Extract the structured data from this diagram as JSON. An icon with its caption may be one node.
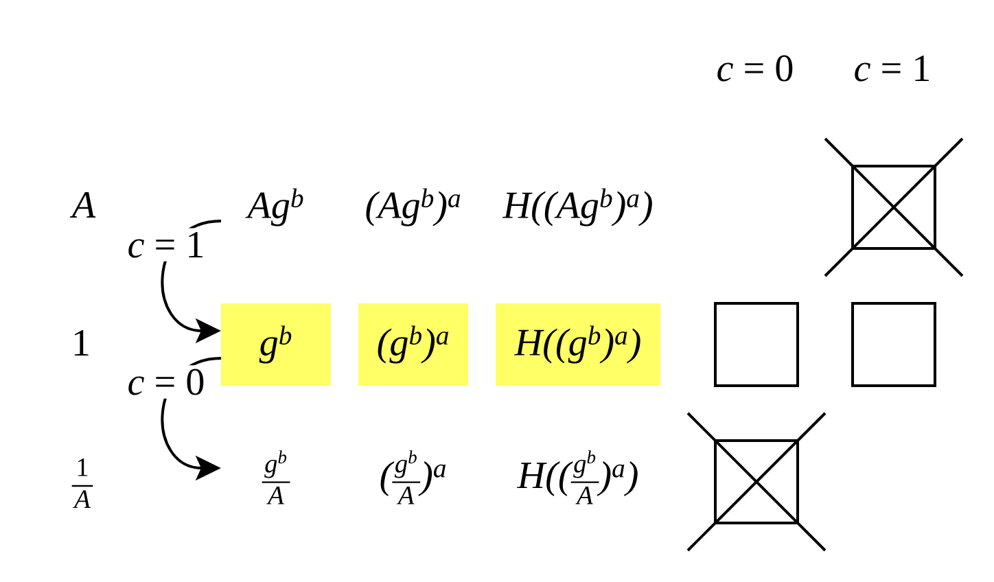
{
  "diagram": {
    "nodes": [
      {
        "text": [
          "Ag$^{b}$"
        ]
      },
      {
        "text": [
          "(Ag$^{b}$)$^{a}$"
        ]
      },
      {
        "text": [
          "H((Ag$^{b}$)$^{a}$)"
        ]
      },
      {
        "text": [],
        "shape": "crossed-box"
      },
      {
        "text": [
          "g$^{b}$"
        ]
      },
      {
        "text": [
          "(g$^{b}$)$^{a}$"
        ]
      },
      {
        "text": [
          "H((g$^{b}$)$^{a}$)"
        ]
      },
      {
        "text": [],
        "shape": "box"
      },
      {
        "text": [],
        "shape": "box"
      },
      {
        "text": [
          "g$^{b}$",
          "A"
        ]
      },
      {
        "text": [
          "(",
          "g$^{b}$",
          "A",
          ")$^{a}$"
        ]
      },
      {
        "text": [
          "H((",
          "g$^{b}$",
          "A",
          ")$^{a}$)"
        ]
      },
      {
        "text": [],
        "shape": "crossed-box"
      }
    ],
    "edges": [
      {
        "from": 0,
        "to": 4,
        "arrow": "to",
        "label": "*c* = 1"
      },
      {
        "from": 4,
        "to": 9,
        "arrow": "to",
        "label": "*c* = 0"
      }
    ],
    "labels": [
      "*c* = 0",
      "*c* = 1",
      "A",
      "1",
      "1",
      "A"
    ]
  }
}
